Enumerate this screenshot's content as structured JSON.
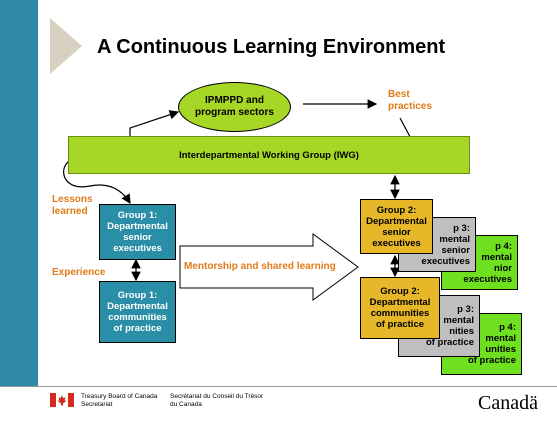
{
  "title": "A Continuous Learning Environment",
  "ellipse": [
    "IPMPPD and",
    "program sectors"
  ],
  "iwg": "Interdepartmental Working Group (IWG)",
  "best_practices": [
    "Best",
    "practices"
  ],
  "lessons_learned": [
    "Lessons",
    "learned"
  ],
  "experience": "Experience",
  "mentorship": "Mentorship and shared learning",
  "left_group1_exec": [
    "Group 1:",
    "Departmental",
    "senior",
    "executives"
  ],
  "left_group1_comm": [
    "Group 1:",
    "Departmental",
    "communities",
    "of practice"
  ],
  "right_top": {
    "g2": [
      "Group 2:",
      "Departmental",
      "senior",
      "executives"
    ],
    "g3": [
      "p 3:",
      "mental",
      "senior",
      "executives"
    ],
    "g4": [
      "p 4:",
      "mental",
      "nior",
      "executives"
    ]
  },
  "right_bottom": {
    "g2": [
      "Group 2:",
      "Departmental",
      "communities",
      "of practice"
    ],
    "g3": [
      "p 3:",
      "mental",
      "nities",
      "of practice"
    ],
    "g4": [
      "p 4:",
      "mental",
      "unities",
      "of practice"
    ]
  },
  "footer": {
    "en": [
      "Treasury Board of Canada",
      "Secretariat"
    ],
    "fr": [
      "Secrétariat du Conseil du Trésor",
      "du Canada"
    ],
    "wordmark": "Canadä"
  },
  "colors": {
    "teal": "#2a8fa6",
    "green": "#a6d626",
    "gold": "#e6b829",
    "grey": "#bfbfbf",
    "bright_green": "#6ee020",
    "orange": "#e07b17"
  }
}
